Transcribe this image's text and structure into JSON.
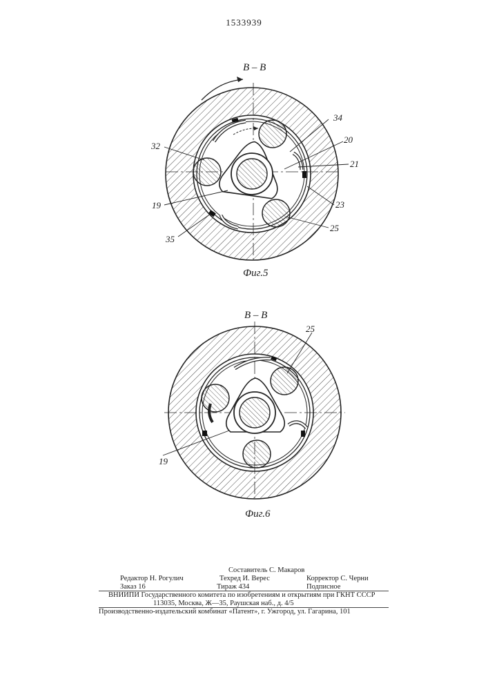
{
  "page_number": "1533939",
  "figure5": {
    "section_label": "В – В",
    "caption": "Фиг.5",
    "labels": {
      "l34": "34",
      "l20": "20",
      "l21": "21",
      "l32": "32",
      "l23": "23",
      "l19": "19",
      "l25": "25",
      "l35": "35"
    }
  },
  "figure6": {
    "section_label": "В – В",
    "caption": "Фиг.6",
    "labels": {
      "l25": "25",
      "l19": "19"
    }
  },
  "footer": {
    "compiler": "Составитель С. Макаров",
    "editor": "Редактор Н. Рогулич",
    "techred": "Техред И. Верес",
    "corrector": "Корректор С. Черни",
    "order": "Заказ 16",
    "circulation": "Тираж 434",
    "subscription": "Подписное",
    "institute": "ВНИИПИ Государственного комитета по изобретениям и открытиям при ГКНТ СССР",
    "address": "113035, Москва, Ж—35, Раушская наб., д. 4/5",
    "plant": "Производственно-издательский комбинат «Патент», г. Ужгород, ул. Гагарина, 101"
  }
}
